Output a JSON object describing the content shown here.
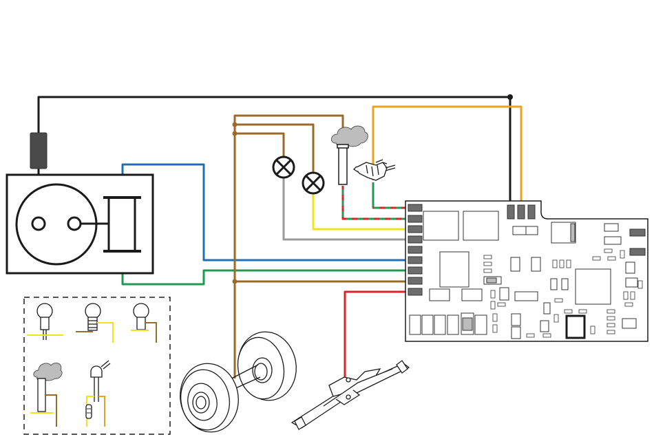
{
  "wire_colors": {
    "black": "#1a1a1a",
    "brown": "#9a6a2a",
    "blue": "#1f6fb2",
    "green": "#1f9a4f",
    "red": "#d8232a",
    "yellow": "#f2e21b",
    "orange": "#e8a21b",
    "gray": "#9a9a9a"
  },
  "components": [
    {
      "id": "motor",
      "icon": "motor-icon"
    },
    {
      "id": "capacitor",
      "icon": "capacitor-icon"
    },
    {
      "id": "lamp-front",
      "icon": "lamp-icon"
    },
    {
      "id": "lamp-rear",
      "icon": "lamp-icon"
    },
    {
      "id": "smoke-generator",
      "icon": "smoke-icon"
    },
    {
      "id": "speaker-connector",
      "icon": "plug-icon"
    },
    {
      "id": "decoder",
      "icon": "circuit-board-icon"
    },
    {
      "id": "wheelset",
      "icon": "wheel-icon"
    },
    {
      "id": "pickup-shoe",
      "icon": "pickup-icon"
    },
    {
      "id": "light-options-legend",
      "icon": "legend-icon"
    }
  ],
  "connections": [
    {
      "from": "decoder",
      "to": "motor",
      "color": "blue"
    },
    {
      "from": "decoder",
      "to": "motor",
      "color": "green"
    },
    {
      "from": "decoder",
      "to": "wheelset",
      "color": "brown"
    },
    {
      "from": "decoder",
      "to": "pickup-shoe",
      "color": "red"
    },
    {
      "from": "decoder",
      "to": "lamp-front",
      "color": "gray"
    },
    {
      "from": "decoder",
      "to": "lamp-rear",
      "color": "yellow"
    },
    {
      "from": "decoder",
      "to": "smoke-generator",
      "color": "red"
    },
    {
      "from": "decoder",
      "to": "speaker-connector",
      "color": "green"
    },
    {
      "from": "decoder",
      "to": "motor",
      "color": "black"
    },
    {
      "from": "decoder",
      "to": "smoke-generator",
      "color": "orange"
    }
  ]
}
